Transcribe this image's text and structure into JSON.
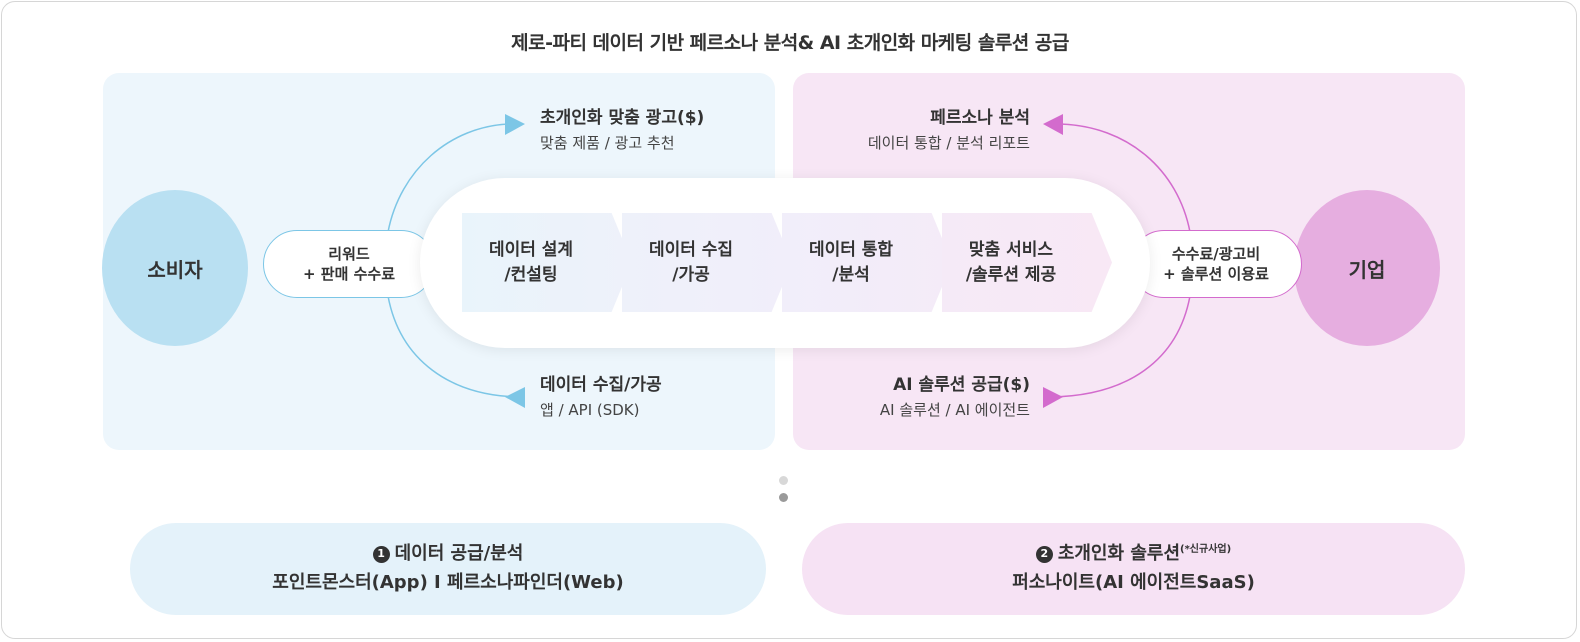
{
  "title": "제로-파티 데이터 기반 페르소나 분석& AI 초개인화 마케팅 솔루션 공급",
  "consumer": {
    "label": "소비자",
    "pill_line1": "리워드",
    "pill_line2": "+ 판매 수수료"
  },
  "company": {
    "label": "기업",
    "pill_line1": "수수료/광고비",
    "pill_line2": "+ 솔루션 이용료"
  },
  "process": [
    {
      "line1": "데이터 설계",
      "line2": "/컨설팅"
    },
    {
      "line1": "데이터 수집",
      "line2": "/가공"
    },
    {
      "line1": "데이터 통합",
      "line2": "/분석"
    },
    {
      "line1": "맞춤 서비스",
      "line2": "/솔루션 제공"
    }
  ],
  "flows": {
    "left_top": {
      "heading": "초개인화 맞춤 광고($)",
      "sub": "맞춤 제품 / 광고 추천"
    },
    "left_bottom": {
      "heading": "데이터 수집/가공",
      "sub": "앱 / API (SDK)"
    },
    "right_top": {
      "heading": "페르소나 분석",
      "sub": "데이터 통합 / 분석 리포트"
    },
    "right_bottom": {
      "heading": "AI 솔루션 공급($)",
      "sub": "AI 솔루션 / AI 에이전트"
    }
  },
  "businesses": [
    {
      "number": "1",
      "title": "데이터 공급/분석",
      "note": "",
      "products": "포인트몬스터(App) I 페르소나파인더(Web)"
    },
    {
      "number": "2",
      "title": "초개인화 솔루션",
      "note": "(*신규사업)",
      "products": "퍼소나이트(AI 에이전트SaaS)"
    }
  ],
  "colors": {
    "blue": "#7cc6e6",
    "pink": "#d36bcd",
    "blue_bg": "#edf6fc",
    "pink_bg": "#f7e6f5"
  }
}
